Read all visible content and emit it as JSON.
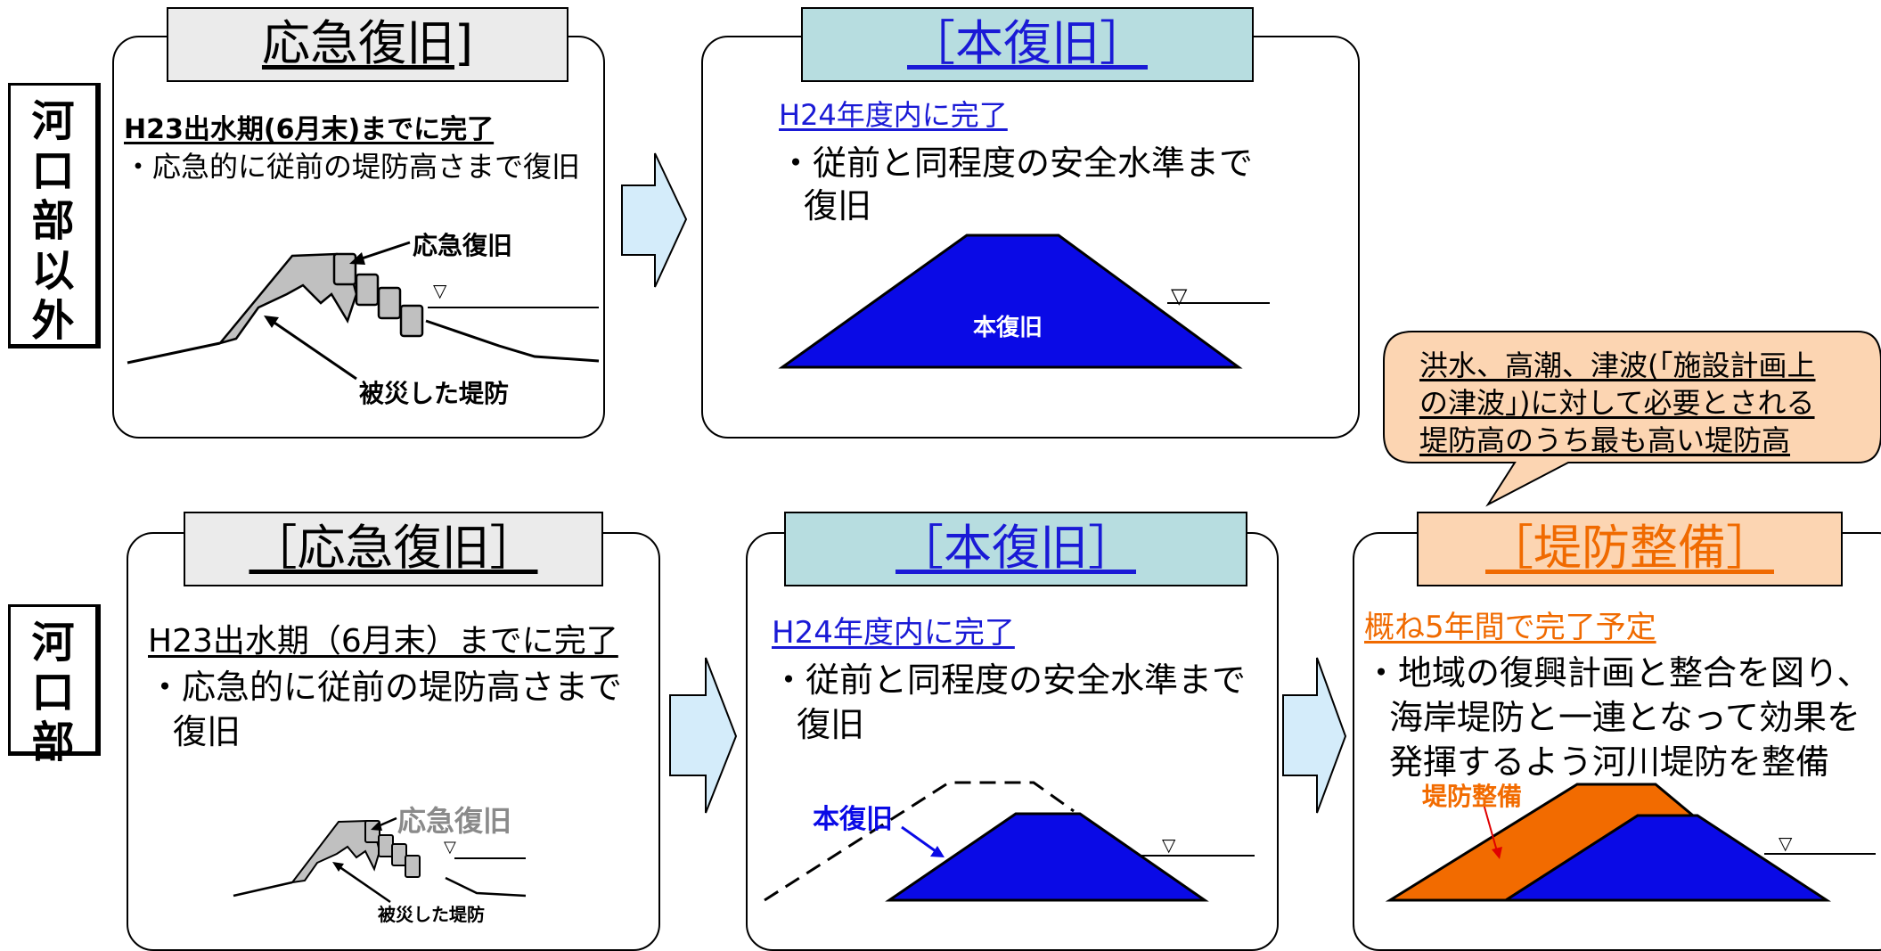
{
  "row_labels": {
    "top": [
      "河",
      "口",
      "部",
      "以",
      "外"
    ],
    "bottom": [
      "河",
      "口",
      "部"
    ]
  },
  "top_left": {
    "header": "応急復旧]",
    "deadline": "H23出水期(6月末)までに完了",
    "description": "・応急的に従前の堤防高さまで復旧",
    "label_repair": "応急復旧",
    "label_damaged": "被災した堤防",
    "water_symbol": "▽"
  },
  "top_right": {
    "header": "［本復旧］",
    "deadline": "H24年度内に完了",
    "description_line1": "・従前と同程度の安全水準まで",
    "description_line2": "復旧",
    "levee_label": "本復旧",
    "water_symbol": "▽"
  },
  "callout": {
    "line1": "洪水、高潮、津波(「施設計画上",
    "line2": "の津波」)に対して必要とされる",
    "line3": "堤防高のうち最も高い堤防高"
  },
  "bottom_left": {
    "header": "［応急復旧］",
    "deadline": "H23出水期（6月末）までに完了",
    "description_line1": "・応急的に従前の堤防高さまで",
    "description_line2": "復旧",
    "label_repair": "応急復旧",
    "label_damaged": "被災した堤防",
    "water_symbol": "▽"
  },
  "bottom_middle": {
    "header": "［本復旧］",
    "deadline": "H24年度内に完了",
    "description_line1": "・従前と同程度の安全水準まで",
    "description_line2": "復旧",
    "levee_label": "本復旧",
    "water_symbol": "▽"
  },
  "bottom_right": {
    "header": "［堤防整備］",
    "deadline": "概ね5年間で完了予定",
    "description_line1": "・地域の復興計画と整合を図り、",
    "description_line2": "海岸堤防と一連となって効果を",
    "description_line3": "発揮するよう河川堤防を整備",
    "levee_label": "堤防整備",
    "water_symbol": "▽"
  },
  "colors": {
    "levee_blue": "#0a0ae6",
    "levee_orange": "#f26b00",
    "arrow_fill": "#d4ecfa",
    "repair_gray": "#c0c0c0"
  }
}
